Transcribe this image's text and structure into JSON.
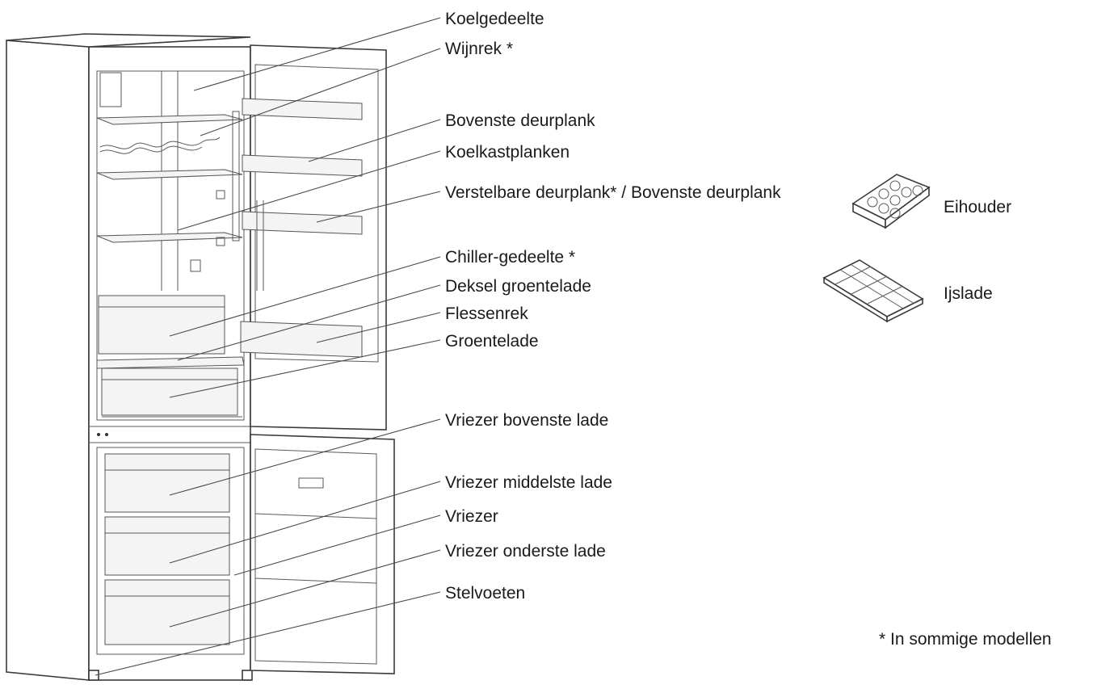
{
  "labels": {
    "koelgedeelte": "Koelgedeelte",
    "wijnrek": "Wijnrek *",
    "bovenste_deurplank": "Bovenste deurplank",
    "koelkastplanken": "Koelkastplanken",
    "verstelbare_deurplank": "Verstelbare deurplank* / Bovenste deurplank",
    "chiller": "Chiller-gedeelte *",
    "deksel_groentelade": "Deksel groentelade",
    "flessenrek": "Flessenrek",
    "groentelade": "Groentelade",
    "vriezer_bovenste_lade": "Vriezer bovenste lade",
    "vriezer_middelste_lade": "Vriezer middelste lade",
    "vriezer": "Vriezer",
    "vriezer_onderste_lade": "Vriezer onderste lade",
    "stelvoeten": "Stelvoeten"
  },
  "accessories": {
    "eihouder": "Eihouder",
    "ijslade": "Ijslade"
  },
  "footnote": "* In sommige modellen"
}
